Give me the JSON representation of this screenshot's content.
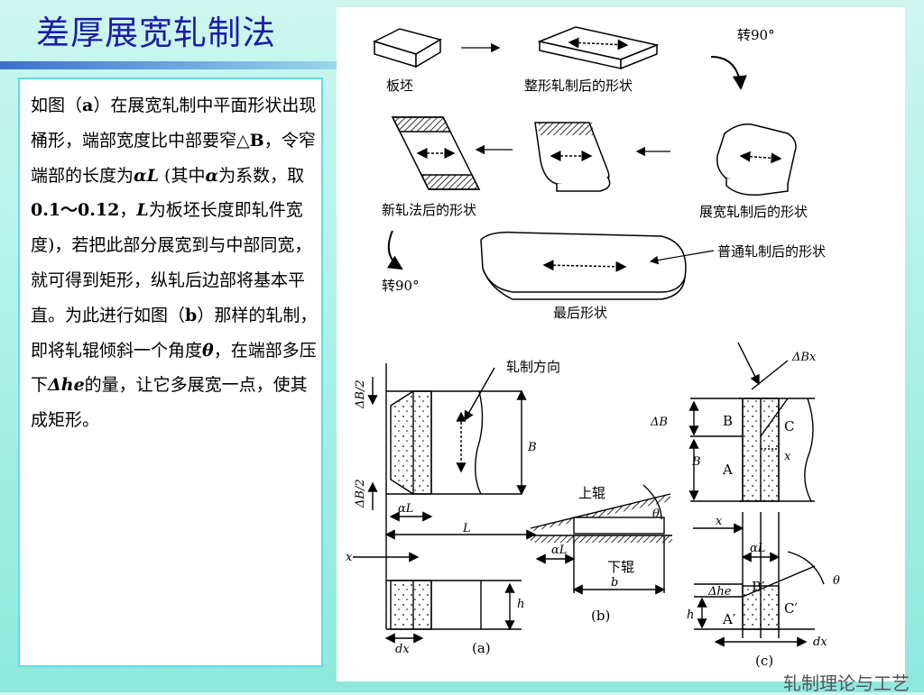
{
  "title": "差厚展宽轧制法",
  "body_segments": [
    {
      "t": "如图（"
    },
    {
      "t": "a",
      "b": true
    },
    {
      "t": "）在展宽轧制中平面形状出现桶形，端部宽度比中部要窄△"
    },
    {
      "t": "B",
      "b": true
    },
    {
      "t": "，令窄端部的长度为"
    },
    {
      "t": "αL",
      "i": true,
      "b": true
    },
    {
      "t": " (其中"
    },
    {
      "t": "α",
      "i": true,
      "b": true
    },
    {
      "t": "为系数，取"
    },
    {
      "t": "0.1～0.12",
      "b": true
    },
    {
      "t": "，"
    },
    {
      "t": "L",
      "i": true,
      "b": true
    },
    {
      "t": "为板坯长度即轧件宽度)，若把此部分展宽到与中部同宽，就可得到矩形，纵轧后边部将基本平直。为此进行如图（"
    },
    {
      "t": "b",
      "b": true
    },
    {
      "t": "）那样的轧制，即将轧辊倾斜一个角度"
    },
    {
      "t": "θ",
      "i": true,
      "b": true
    },
    {
      "t": "，在端部多压下"
    },
    {
      "t": "Δhe",
      "b": true,
      "i": true
    },
    {
      "t": "的量，让它多展宽一点，使其成矩形。"
    }
  ],
  "figure": {
    "top": {
      "slab": "板坯",
      "shaped": "整形轧制后的形状",
      "rotate1": "转90°",
      "new_method": "新轧法后的形状",
      "widening": "展宽轧制后的形状",
      "rotate2": "转90°",
      "normal": "普通轧制后的形状",
      "final": "最后形状"
    },
    "a": {
      "caption": "(a)",
      "rolling_dir": "轧制方向",
      "dB2_top": "ΔB/2",
      "dB2_bot": "ΔB/2",
      "B": "B",
      "aL": "αL",
      "L": "L",
      "x": "x",
      "h": "h",
      "dx": "dx"
    },
    "b": {
      "caption": "(b)",
      "upper_roll": "上辊",
      "lower_roll": "下辊",
      "theta": "θ",
      "aL": "αL",
      "b": "b"
    },
    "c": {
      "caption": "(c)",
      "dBx": "ΔBx",
      "dB": "ΔB",
      "B_lbl": "B",
      "C_lbl": "C",
      "A_lbl": "A",
      "Bdim": "B",
      "x_side": "x",
      "x_left": "x",
      "aL": "αL",
      "dhe": "Δhe",
      "Bp": "B′",
      "Cp": "C′",
      "Ap": "A′",
      "h": "h",
      "theta": "θ",
      "dx": "dx"
    }
  },
  "footer": "轧制理论与工艺"
}
